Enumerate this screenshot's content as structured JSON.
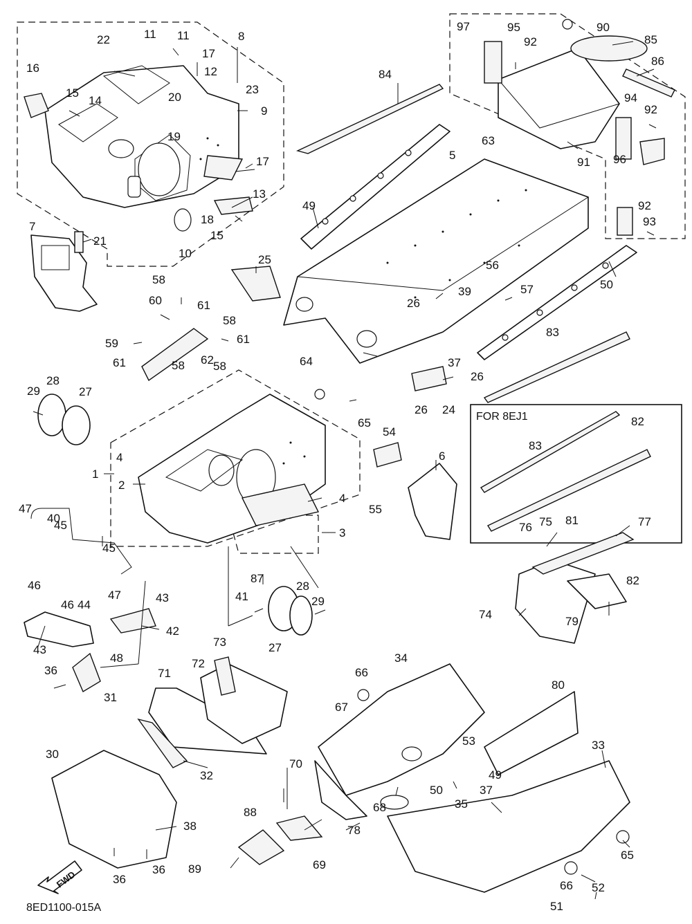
{
  "diagram": {
    "inset_title": "FOR 8EJ1",
    "direction_label": "FWD",
    "drawing_code": "8ED1100-015A",
    "inset_callouts": [
      "83",
      "82"
    ],
    "callouts": [
      "1",
      "2",
      "3",
      "4",
      "4",
      "5",
      "6",
      "7",
      "8",
      "9",
      "10",
      "11",
      "11",
      "12",
      "13",
      "14",
      "15",
      "15",
      "16",
      "17",
      "17",
      "18",
      "19",
      "20",
      "21",
      "22",
      "23",
      "24",
      "25",
      "26",
      "26",
      "26",
      "27",
      "27",
      "28",
      "28",
      "29",
      "29",
      "30",
      "31",
      "32",
      "33",
      "34",
      "35",
      "36",
      "36",
      "36",
      "37",
      "37",
      "38",
      "39",
      "40",
      "41",
      "42",
      "43",
      "43",
      "44",
      "45",
      "45",
      "46",
      "46",
      "47",
      "47",
      "48",
      "49",
      "49",
      "50",
      "50",
      "51",
      "52",
      "53",
      "54",
      "55",
      "56",
      "57",
      "58",
      "58",
      "58",
      "58",
      "59",
      "60",
      "61",
      "61",
      "61",
      "62",
      "63",
      "64",
      "65",
      "65",
      "66",
      "66",
      "67",
      "68",
      "69",
      "70",
      "71",
      "72",
      "73",
      "74",
      "75",
      "76",
      "77",
      "78",
      "79",
      "80",
      "81",
      "82",
      "83",
      "84",
      "85",
      "86",
      "87",
      "88",
      "89",
      "90",
      "91",
      "92",
      "92",
      "92",
      "93",
      "94",
      "95",
      "96",
      "97"
    ]
  }
}
